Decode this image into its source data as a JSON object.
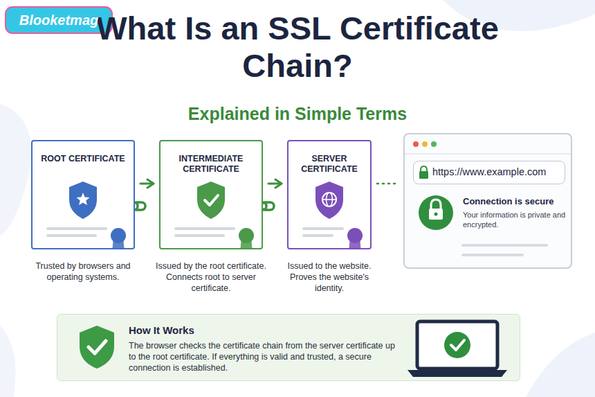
{
  "diagram": {
    "title": "What Is an SSL Certificate Chain?",
    "nodes": [
      {
        "text": [
          "ROOT CERTIFICATE"
        ]
      },
      {
        "text": [
          "INTERMEDIATE CERTIFICATE"
        ]
      },
      {
        "text": [
          "SERVER CERTIFICATE"
        ]
      },
      {
        "text": [
          "Connection is secure",
          "Your information is private and encrypted."
        ]
      },
      {
        "text": [
          "https://www.example.com"
        ],
        "in": 3
      },
      {
        "text": [
          "How It Works",
          "The browser checks the certificate chain from the server certificate up to the root certificate. If everything is valid and trusted, a secure connection is established."
        ]
      }
    ],
    "edges": [
      {
        "from": 0,
        "to": 1,
        "arrow": "to"
      },
      {
        "from": 1,
        "to": 2,
        "arrow": "to"
      },
      {
        "from": 2,
        "to": 3,
        "arrow": "none"
      }
    ],
    "labels": [
      "Blooketmag",
      "Explained in Simple Terms",
      "Trusted by browsers and operating systems.",
      "Issued by the root certificate. Connects root to server certificate.",
      "Issued to the website. Proves the website's identity."
    ]
  }
}
